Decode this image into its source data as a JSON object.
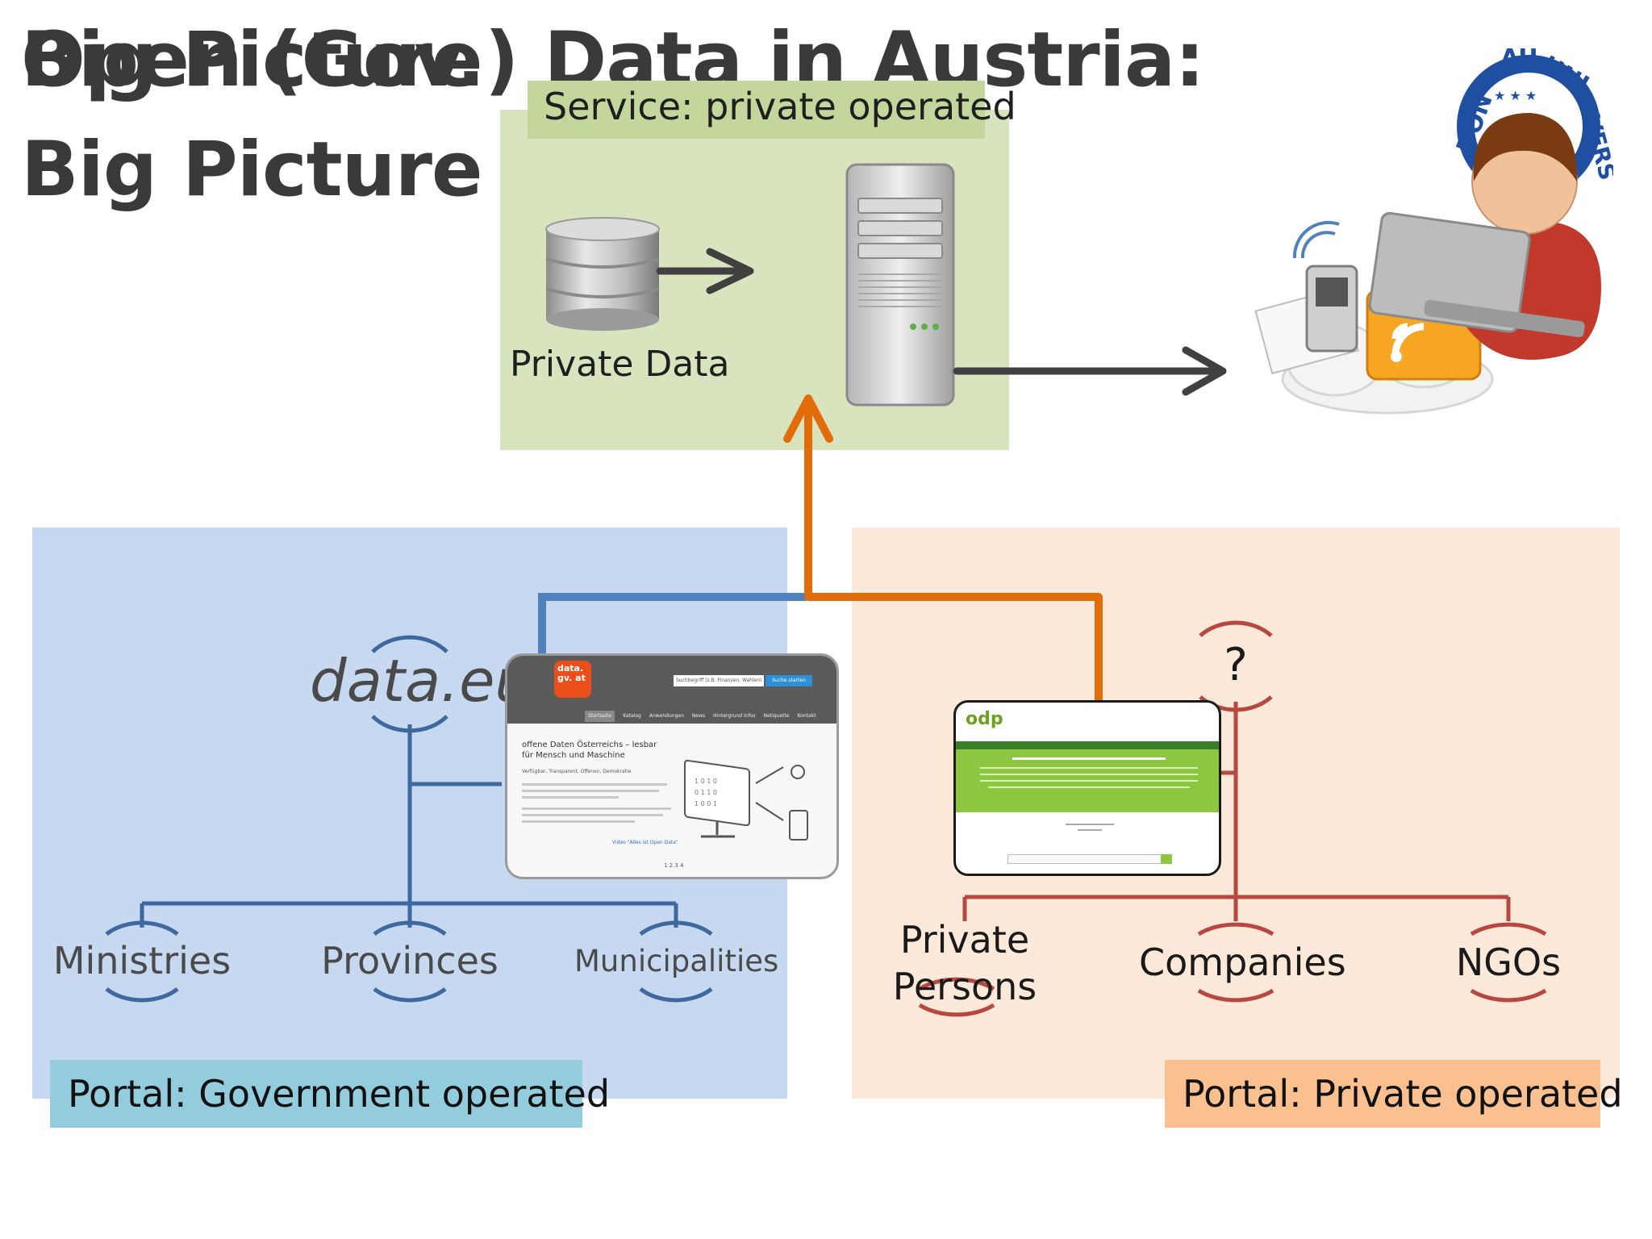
{
  "title_overlap_a": "Big Picture",
  "title_overlap_b": "Open (Gov.) Data in Austria:",
  "title_line2": "Big Picture",
  "service_box": {
    "label": "Service: private operated",
    "data_label": "Private Data"
  },
  "gov_portal": {
    "hub": "data.eu",
    "children": [
      "Ministries",
      "Provinces",
      "Municipalities"
    ],
    "caption": "Portal: Government operated"
  },
  "private_portal": {
    "hub": "?",
    "children": [
      "Private\nPersons",
      "Companies",
      "NGOs"
    ],
    "caption": "Portal: Private operated"
  },
  "gov_screenshot": {
    "logo": "data. gv. at",
    "heading": "offene Daten Österreichs – lesbar für Mensch und Maschine",
    "subheading": "Verfügbar, Transparent, Offenen, Demokratie",
    "nav": [
      "Startseite",
      "Katalog",
      "Anwendungen",
      "News",
      "Hintergrund Infos",
      "Netiquette",
      "Kontakt"
    ],
    "search_placeholder": "Suchbegriff (z.B. Finanzen, Wahlen)",
    "search_button": "Suche starten",
    "footer_link": "Video \"Alles ist Open Data\"",
    "pager": "1 2 3 4"
  },
  "private_screenshot": {
    "logo": "odp"
  },
  "colors": {
    "service_bg": "#d7e4bd",
    "service_label_bg": "#c3d69b",
    "gov_bg": "#c6d9f1",
    "gov_caption_bg": "#93cddd",
    "private_bg": "#fde9d9",
    "private_caption_bg": "#fac090",
    "blue_tree": "#3d68a0",
    "red_tree": "#b8473f",
    "orange_arrow": "#e36c0a",
    "blue_arrow": "#4f81bd",
    "dark_arrow": "#404040"
  },
  "icons": [
    "database-icon",
    "server-tower-icon",
    "user-laptop-icon",
    "university-seal-icon"
  ],
  "seal_text": "DONAU UNIVERSITÄT"
}
